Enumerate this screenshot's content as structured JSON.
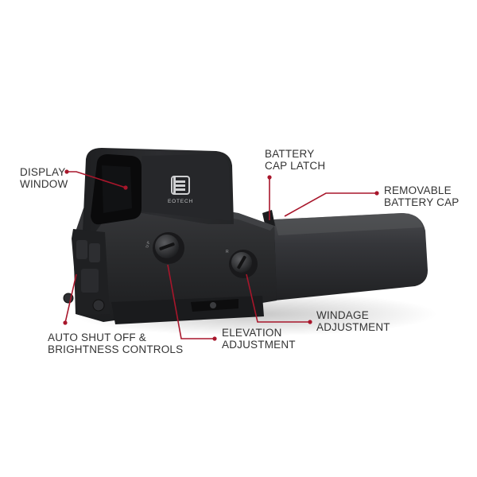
{
  "figure": {
    "accent_color": "#a8162b",
    "device_color": "#2b2c2e",
    "brand_text": "EOTECH",
    "labels": {
      "display_window": [
        "DISPLAY",
        "WINDOW"
      ],
      "battery_cap_latch": [
        "BATTERY",
        "CAP LATCH"
      ],
      "removable_battery_cap": [
        "REMOVABLE",
        "BATTERY CAP"
      ],
      "auto_shut_off": [
        "AUTO SHUT OFF &",
        "BRIGHTNESS CONTROLS"
      ],
      "elevation_adjustment": [
        "ELEVATION",
        "ADJUSTMENT"
      ],
      "windage_adjustment": [
        "WINDAGE",
        "ADJUSTMENT"
      ]
    },
    "knob_markings": {
      "elevation": "U P",
      "windage": "R"
    }
  }
}
